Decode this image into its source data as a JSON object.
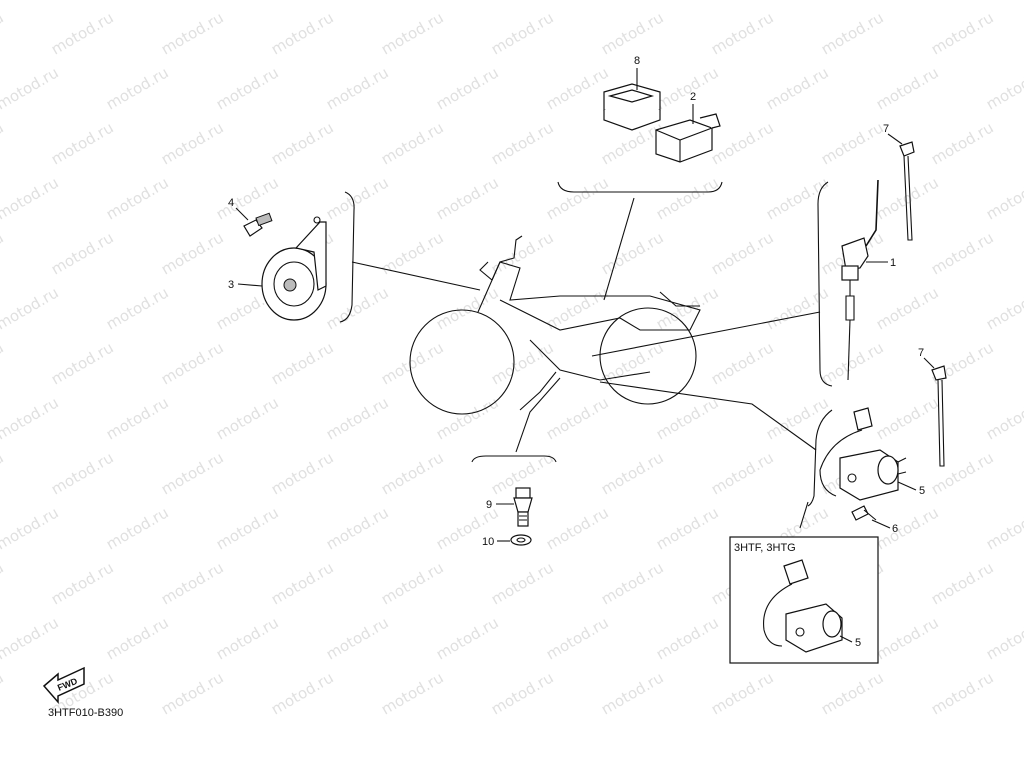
{
  "diagram": {
    "drawing_code": "3HTF010-B390",
    "variant_box_label": "3HTF, 3HTG",
    "fwd_label": "FWD",
    "watermark_text": "motod.ru",
    "callouts": [
      "1",
      "2",
      "3",
      "4",
      "5",
      "6",
      "7",
      "8",
      "9",
      "10"
    ],
    "parts": [
      {
        "num": "1",
        "icon": "sensor-icon"
      },
      {
        "num": "2",
        "icon": "relay-icon"
      },
      {
        "num": "3",
        "icon": "horn-icon"
      },
      {
        "num": "4",
        "icon": "bolt-icon"
      },
      {
        "num": "5",
        "icon": "fuel-pump-icon"
      },
      {
        "num": "6",
        "icon": "screw-icon"
      },
      {
        "num": "7",
        "icon": "cable-tie-icon"
      },
      {
        "num": "8",
        "icon": "relay-icon"
      },
      {
        "num": "9",
        "icon": "switch-icon"
      },
      {
        "num": "10",
        "icon": "washer-icon"
      }
    ]
  }
}
